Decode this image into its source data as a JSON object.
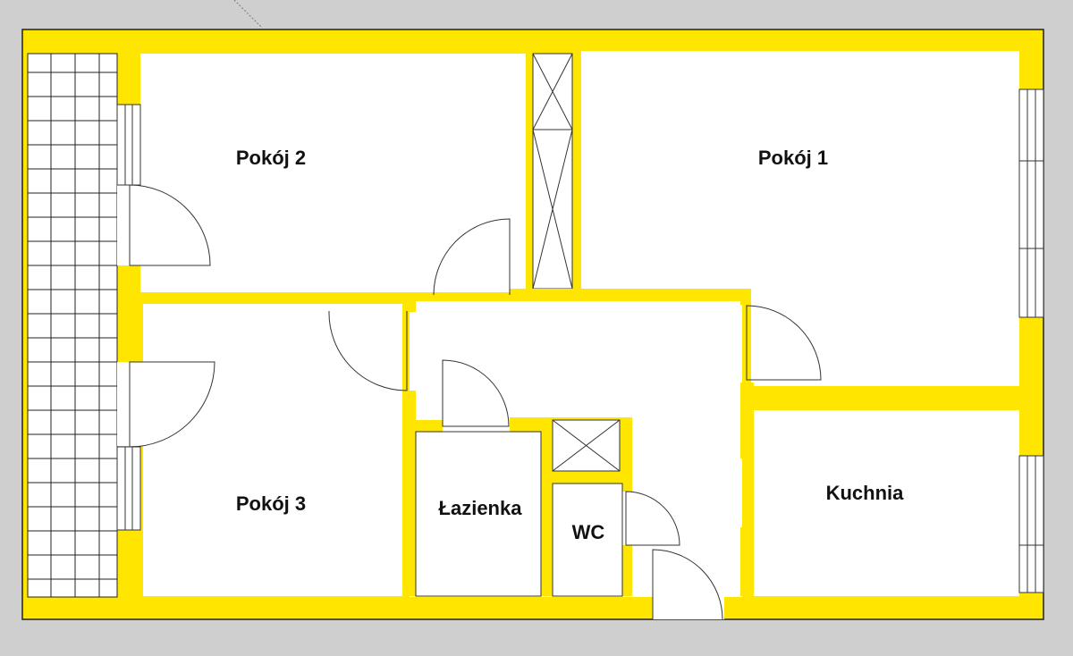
{
  "plan": {
    "rooms": {
      "pokoj1": "Pokój 1",
      "pokoj2": "Pokój 2",
      "pokoj3": "Pokój 3",
      "lazienka": "Łazienka",
      "wc": "WC",
      "kuchnia": "Kuchnia"
    }
  },
  "colors": {
    "wall": "#ffe600",
    "floor": "#ffffff",
    "background": "#cfcfcf",
    "line": "#333333"
  }
}
